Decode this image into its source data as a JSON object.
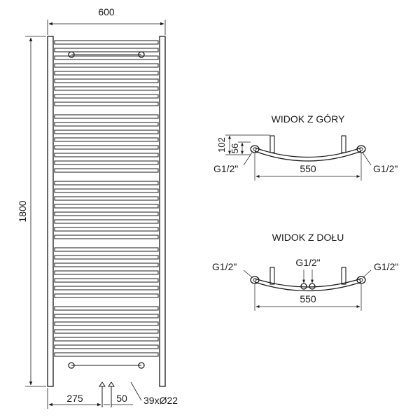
{
  "front_view": {
    "width_label": "600",
    "height_label": "1800",
    "bottom_left_label": "275",
    "bottom_mid_label": "50",
    "bars_label": "39xØ22"
  },
  "top_view": {
    "title": "WIDOK Z GÓRY",
    "dim_102": "102",
    "dim_56": "56",
    "left_thread": "G1/2\"",
    "right_thread": "G1/2\"",
    "width_label": "550"
  },
  "bottom_view": {
    "title": "WIDOK Z DOŁU",
    "left_thread": "G1/2\"",
    "center_thread": "G1/2\"",
    "right_thread": "G1/2\"",
    "width_label": "550"
  },
  "colors": {
    "line": "#1a1a1a",
    "background": "#ffffff"
  },
  "front_view_bar_count": 39
}
